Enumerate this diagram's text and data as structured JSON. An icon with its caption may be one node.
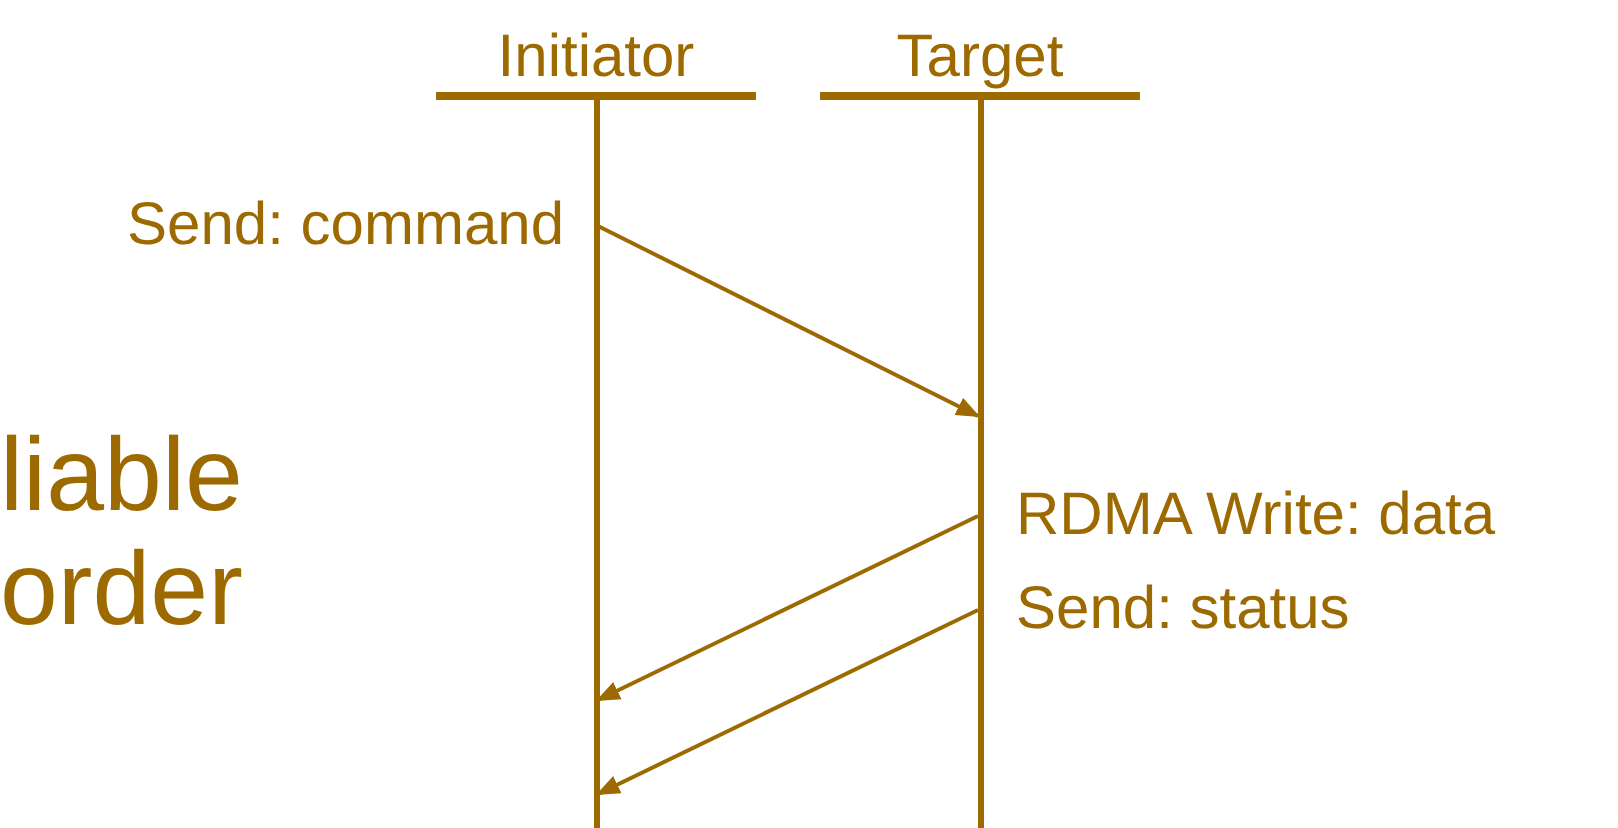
{
  "diagram": {
    "nodes": [
      {
        "text": [
          "Initiator"
        ]
      },
      {
        "text": [
          "Target"
        ]
      }
    ],
    "edges": [
      {
        "from": 0,
        "to": 1,
        "arrow": "to",
        "label": "Send: command"
      },
      {
        "from": 1,
        "to": 0,
        "arrow": "to",
        "label": "RDMA Write: data"
      },
      {
        "from": 1,
        "to": 0,
        "arrow": "to",
        "label": "Send: status"
      }
    ],
    "labels": [
      "liable",
      "order"
    ]
  }
}
